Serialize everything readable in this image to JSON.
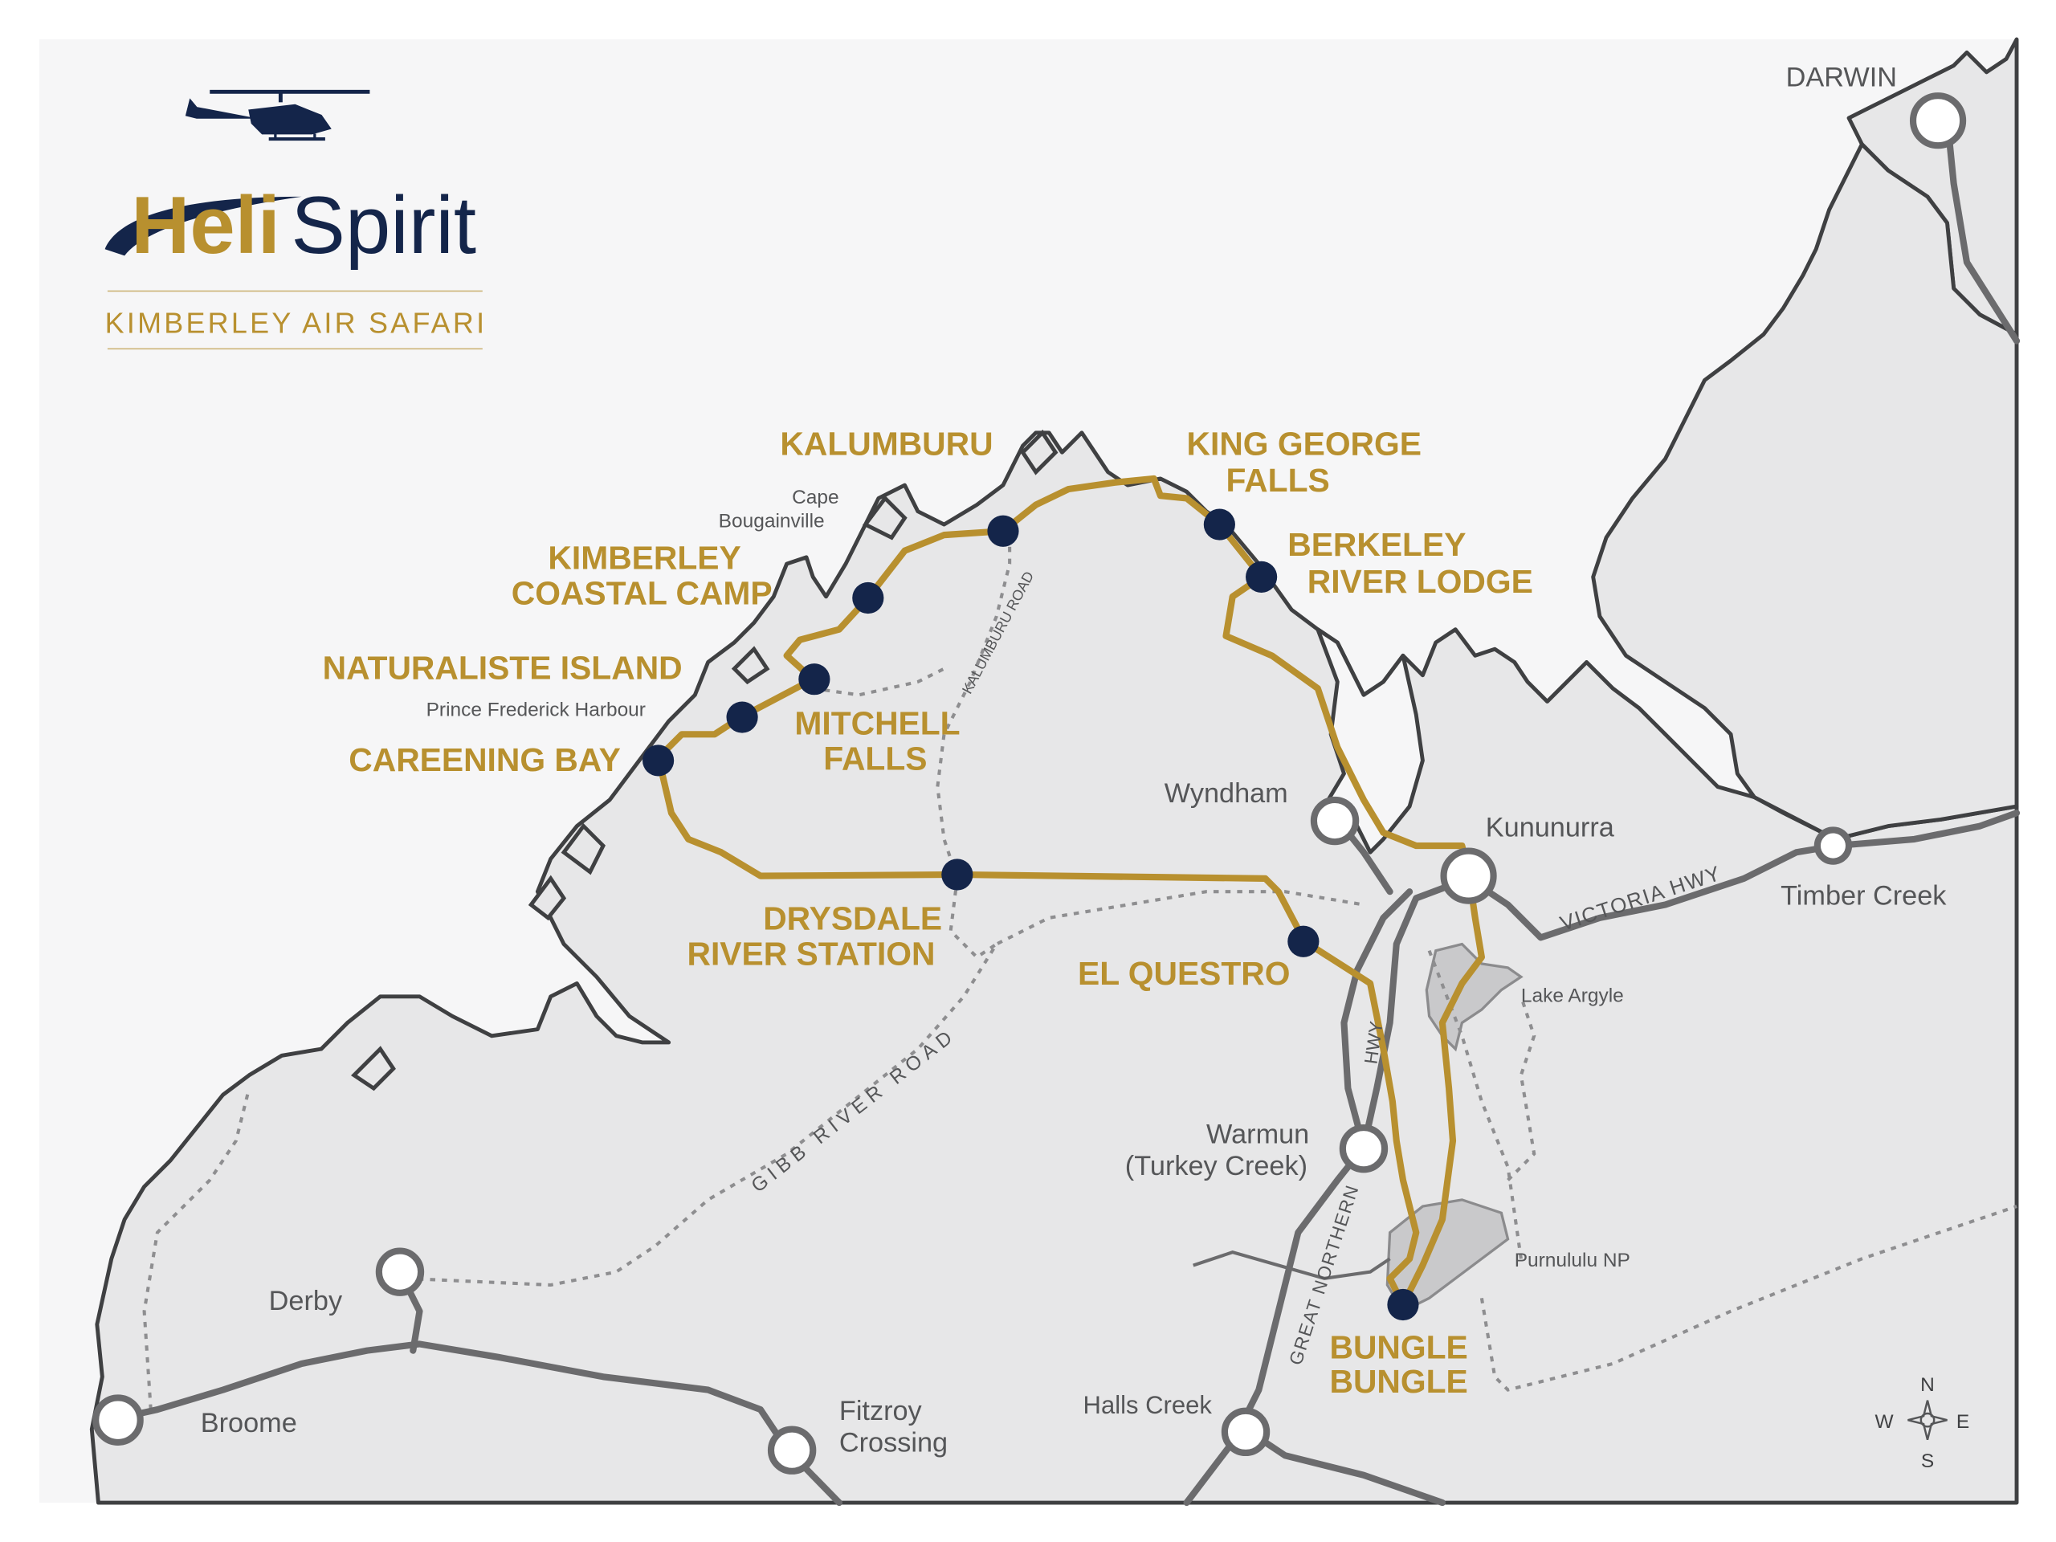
{
  "brand": {
    "logo_text_a": "Heli",
    "logo_text_b": "Spirit",
    "tagline": "KIMBERLEY AIR SAFARI"
  },
  "colors": {
    "route": "#b8902f",
    "stop": "#14254a",
    "road": "#6b6b6d",
    "coast": "#3f4042",
    "land": "#e7e7e8",
    "sea": "#f6f6f7",
    "label_gold": "#b8902f",
    "label_grey": "#555658"
  },
  "stops": [
    {
      "name_lines": [
        "KALUMBURU"
      ],
      "id": "kalumburu"
    },
    {
      "name_lines": [
        "KING GEORGE",
        "FALLS"
      ],
      "id": "king-george-falls"
    },
    {
      "name_lines": [
        "BERKELEY",
        "RIVER LODGE"
      ],
      "id": "berkeley-river-lodge"
    },
    {
      "name_lines": [
        "KIMBERLEY",
        "COASTAL CAMP"
      ],
      "id": "kimberley-coastal-camp"
    },
    {
      "name_lines": [
        "NATURALISTE ISLAND"
      ],
      "id": "naturaliste-island"
    },
    {
      "name_lines": [
        "MITCHELL",
        "FALLS"
      ],
      "id": "mitchell-falls"
    },
    {
      "name_lines": [
        "CAREENING BAY"
      ],
      "id": "careening-bay"
    },
    {
      "name_lines": [
        "DRYSDALE",
        "RIVER STATION"
      ],
      "id": "drysdale-river-station"
    },
    {
      "name_lines": [
        "EL QUESTRO"
      ],
      "id": "el-questro"
    },
    {
      "name_lines": [
        "BUNGLE",
        "BUNGLE"
      ],
      "id": "bungle-bungle"
    }
  ],
  "towns": {
    "darwin": "DARWIN",
    "wyndham": "Wyndham",
    "kununurra": "Kununurra",
    "timber_creek": "Timber Creek",
    "warmun": [
      "Warmun",
      "(Turkey Creek)"
    ],
    "derby": "Derby",
    "broome": "Broome",
    "fitzroy": [
      "Fitzroy",
      "Crossing"
    ],
    "halls_creek": "Halls Creek"
  },
  "places": {
    "cape_bougainville": [
      "Cape",
      "Bougainville"
    ],
    "prince_frederick": "Prince Frederick Harbour",
    "lake_argyle": "Lake Argyle",
    "purnululu": "Purnululu NP"
  },
  "roads": {
    "victoria_hwy": "VICTORIA HWY",
    "gibb_river": "GIBB RIVER ROAD",
    "kalumburu_road": "KALUMBURU ROAD",
    "great_northern": "GREAT NORTHERN",
    "hwy": "HWY"
  },
  "compass": {
    "n": "N",
    "s": "S",
    "e": "E",
    "w": "W"
  }
}
